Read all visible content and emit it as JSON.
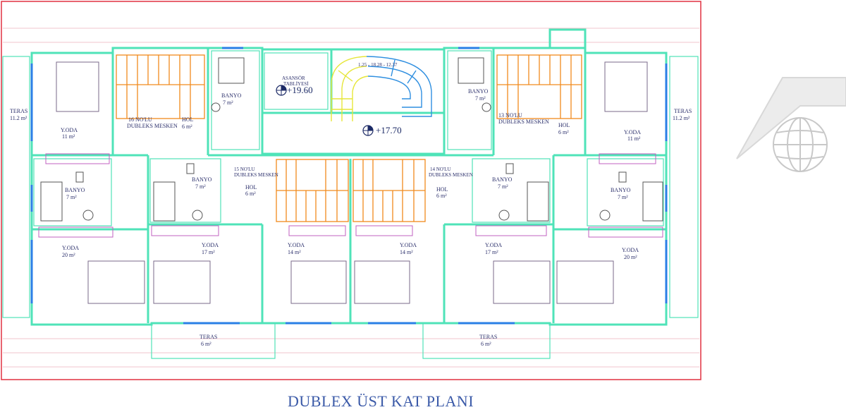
{
  "title": "DUBLEX ÜST KAT PLANI",
  "colors": {
    "wall": "#4fe3b8",
    "roof_edge": "#e03040",
    "stairs_orange": "#f08a1c",
    "stairs_blue": "#2f8fe0",
    "stairs_yellow": "#e6e63a",
    "text": "#2b2f6b",
    "title": "#3b5aa8",
    "window": "#2a7fe6",
    "furniture": "#7a6a8a"
  },
  "icons": [
    "compass-logo-icon",
    "level-marker-icon",
    "bed-icon",
    "bathtub-icon",
    "toilet-icon",
    "sink-icon"
  ],
  "rooms": {
    "teras_left": {
      "name": "TERAS",
      "area": "11.2 m²"
    },
    "teras_right": {
      "name": "TERAS",
      "area": "11.2 m²"
    },
    "yoda_tl": {
      "name": "Y.ODA",
      "area": "11 m²"
    },
    "yoda_tr": {
      "name": "Y.ODA",
      "area": "11 m²"
    },
    "dubleks16": {
      "name": "16 NO'LU",
      "sub": "DUBLEKS MESKEN"
    },
    "dubleks13": {
      "name": "13 NO'LU",
      "sub": "DUBLEKS MESKEN"
    },
    "dubleks15": {
      "name": "15 NO'LU",
      "sub": "DUBLEKS MESKEN"
    },
    "dubleks14": {
      "name": "14 NO'LU",
      "sub": "DUBLEKS MESKEN"
    },
    "hol_tl": {
      "name": "HOL",
      "area": "6 m²"
    },
    "hol_tr": {
      "name": "HOL",
      "area": "6 m²"
    },
    "hol_ml": {
      "name": "HOL",
      "area": "6 m²"
    },
    "hol_mr": {
      "name": "HOL",
      "area": "6 m²"
    },
    "banyo_tl": {
      "name": "BANYO",
      "area": "7 m²"
    },
    "banyo_tr": {
      "name": "BANYO",
      "area": "7 m²"
    },
    "banyo_ml": {
      "name": "BANYO",
      "area": "7 m²"
    },
    "banyo_mr": {
      "name": "BANYO",
      "area": "7 m²"
    },
    "banyo_ll": {
      "name": "BANYO",
      "area": "7 m²"
    },
    "banyo_lr": {
      "name": "BANYO",
      "area": "7 m²"
    },
    "yoda_bl1": {
      "name": "Y.ODA",
      "area": "20 m²"
    },
    "yoda_bl2": {
      "name": "Y.ODA",
      "area": "17 m²"
    },
    "yoda_bl3": {
      "name": "Y.ODA",
      "area": "14 m²"
    },
    "yoda_br3": {
      "name": "Y.ODA",
      "area": "14 m²"
    },
    "yoda_br2": {
      "name": "Y.ODA",
      "area": "17 m²"
    },
    "yoda_br1": {
      "name": "Y.ODA",
      "area": "20 m²"
    },
    "teras_bl": {
      "name": "TERAS",
      "area": "6 m²"
    },
    "teras_br": {
      "name": "TERAS",
      "area": "6 m²"
    }
  },
  "asansor": {
    "line1": "ASANSÖR",
    "line2": "TABLİYESİ",
    "level": "+19.60"
  },
  "stair_level": "+17.70",
  "stair_steps": "1.25 - 18.28 - 12.37"
}
